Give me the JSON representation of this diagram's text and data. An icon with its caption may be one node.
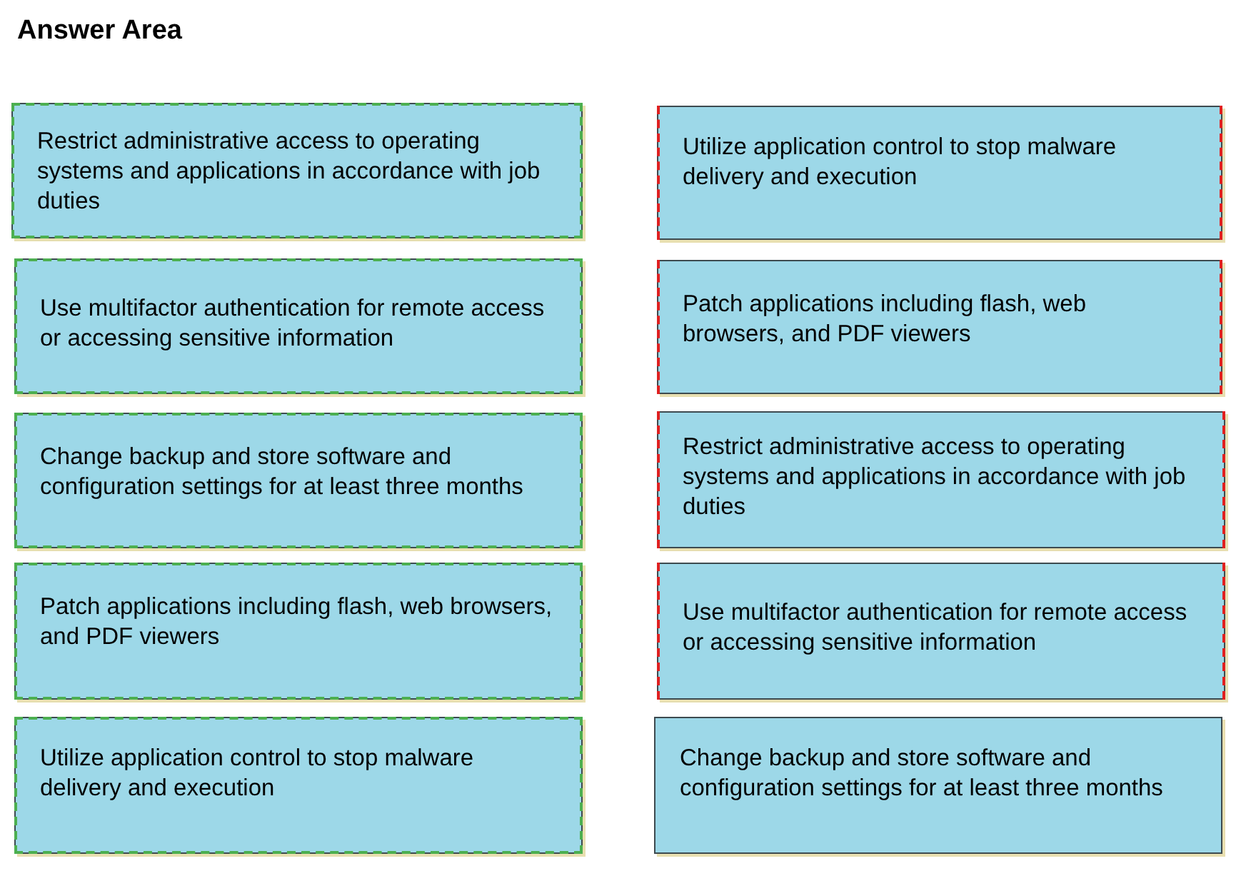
{
  "diagram": {
    "title": "Answer Area",
    "nodes": [
      {
        "text": [
          "Restrict administrative access to operating systems and applications in accordance with job duties"
        ]
      },
      {
        "text": [
          "Use multifactor authentication for remote access or accessing sensitive information"
        ]
      },
      {
        "text": [
          "Change backup and store software and configuration settings for at least three months"
        ]
      },
      {
        "text": [
          "Patch applications including flash, web browsers, and PDF viewers"
        ]
      },
      {
        "text": [
          "Utilize application control to stop malware delivery and execution"
        ]
      },
      {
        "text": [
          "Utilize application control to stop malware delivery and execution"
        ]
      },
      {
        "text": [
          "Patch applications including flash, web browsers, and PDF viewers"
        ]
      },
      {
        "text": [
          "Restrict administrative access to operating systems and applications in accordance with job duties"
        ]
      },
      {
        "text": [
          "Use multifactor authentication for remote access or accessing sensitive information"
        ]
      },
      {
        "text": [
          "Change backup and store software and configuration settings for at least three months"
        ]
      }
    ]
  }
}
